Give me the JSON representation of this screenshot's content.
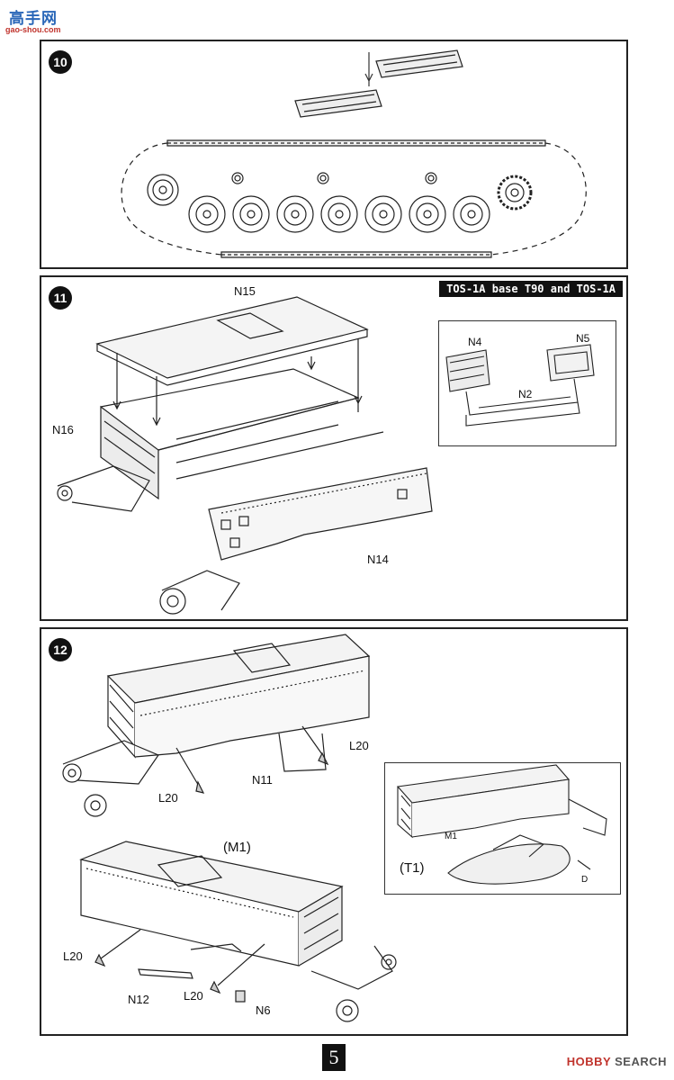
{
  "watermark": {
    "site": "高手网",
    "url": "gao-shou.com"
  },
  "steps": [
    {
      "number": "10"
    },
    {
      "number": "11",
      "banner": "TOS-1A base T90 and TOS-1A",
      "labels": {
        "n15": "N15",
        "n16": "N16",
        "n14": "N14",
        "n4": "N4",
        "n5": "N5",
        "n2": "N2"
      }
    },
    {
      "number": "12",
      "labels": {
        "l20_a": "L20",
        "l20_b": "L20",
        "n11": "N11",
        "m1": "(M1)",
        "l20_c": "L20",
        "n12": "N12",
        "l20_d": "L20",
        "n6": "N6",
        "t1": "(T1)",
        "m1_small": "M1",
        "d": "D"
      }
    }
  ],
  "footer": {
    "page_number": "5",
    "brand_prefix": "HOBBY",
    "brand_suffix": " SEARCH"
  }
}
